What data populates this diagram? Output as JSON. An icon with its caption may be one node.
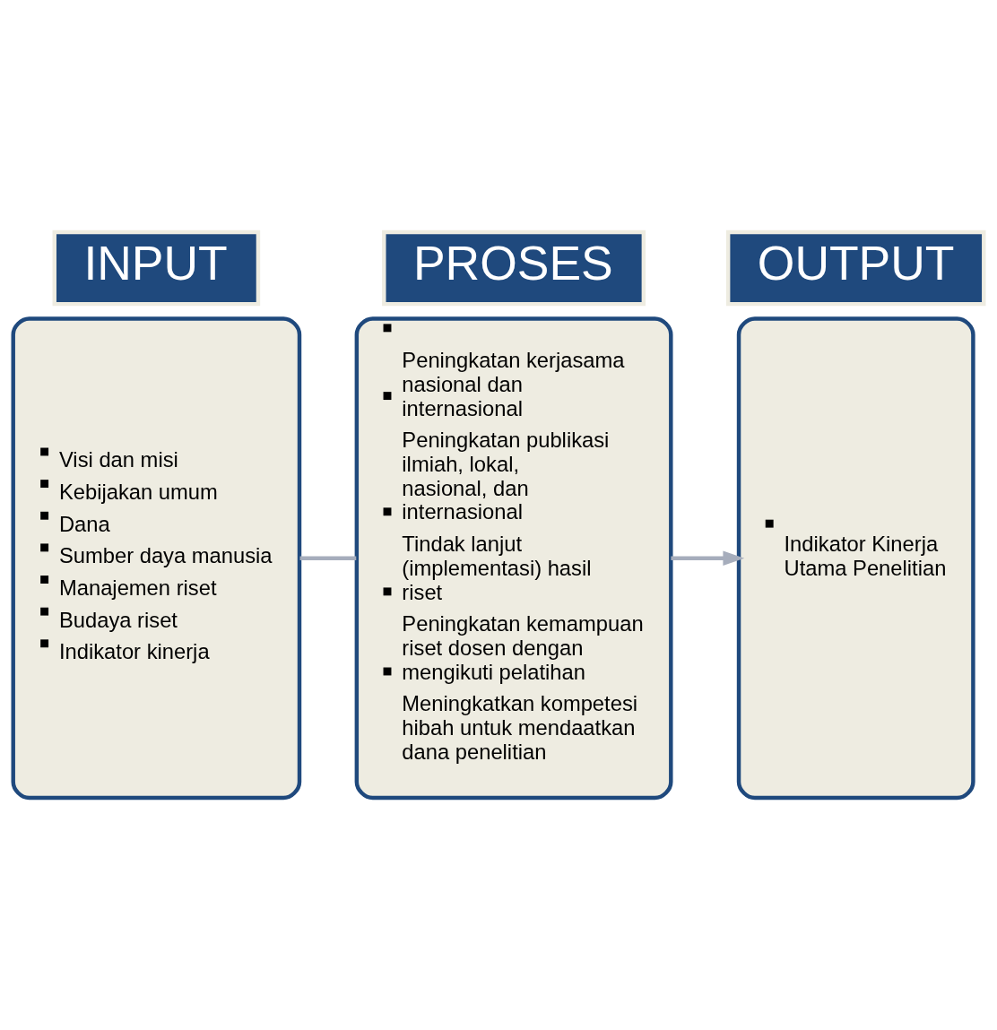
{
  "diagram": {
    "nodes": [
      {
        "text": [
          "INPUT"
        ]
      },
      {
        "text": [
          "Visi dan misi",
          "Kebijakan umum",
          "Dana",
          "Sumber daya manusia",
          "Manajemen riset",
          "Budaya riset",
          "Indikator kinerja"
        ]
      },
      {
        "text": [
          "PROSES"
        ]
      },
      {
        "text": [
          "Peningkatan kerjasama nasional dan internasional",
          "Peningkatan publikasi ilmiah, lokal, nasional, dan internasional",
          "Tindak lanjut (implementasi) hasil riset",
          "Peningkatan kemampuan riset dosen dengan mengikuti pelatihan",
          "Meningkatkan kompetesi hibah untuk mendaatkan dana penelitian"
        ]
      },
      {
        "text": [
          "OUTPUT"
        ]
      },
      {
        "text": [
          "Indikator Kinerja Utama Penelitian"
        ]
      }
    ],
    "edges": [
      {
        "from": 1,
        "to": 3,
        "arrow": "none"
      },
      {
        "from": 3,
        "to": 5,
        "arrow": "to"
      }
    ]
  }
}
